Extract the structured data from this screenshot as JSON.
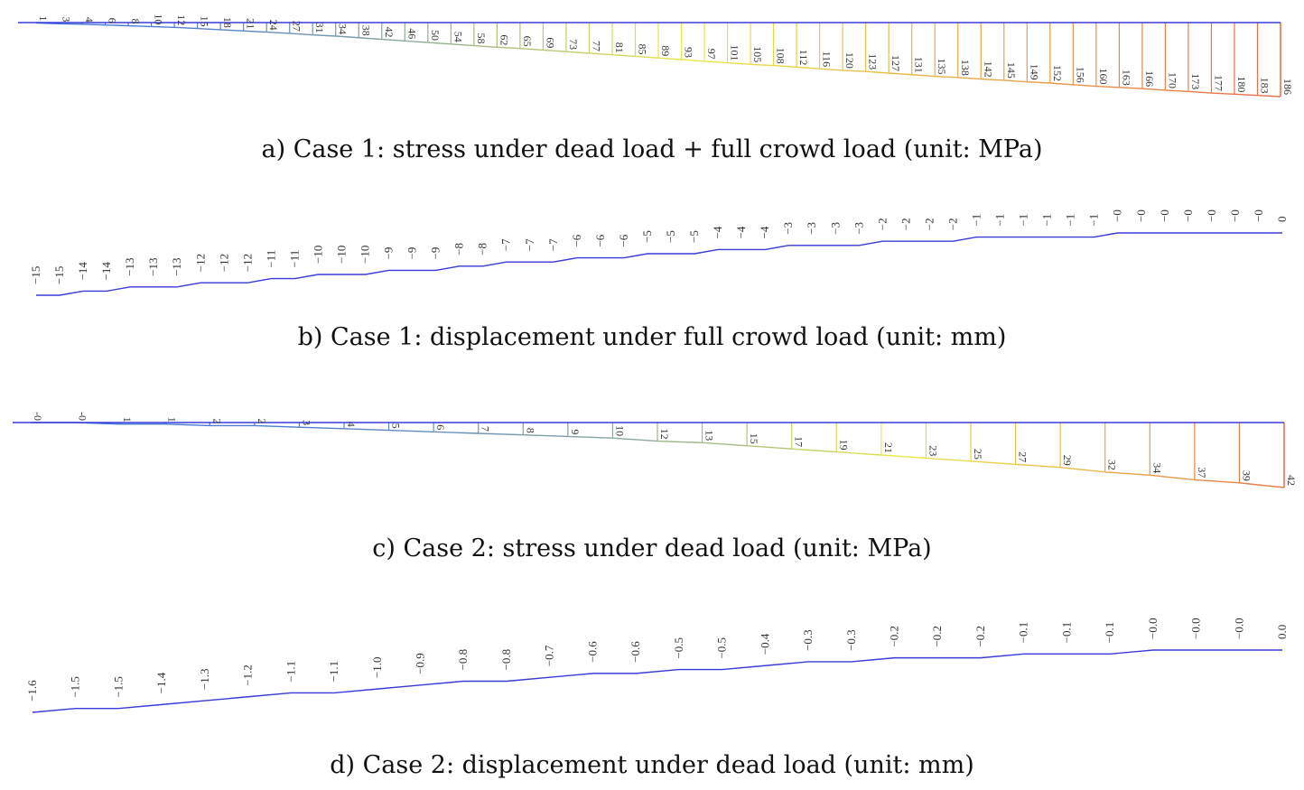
{
  "chart_data": [
    {
      "type": "area",
      "caption": "a) Case 1: stress under dead load + full crowd load (unit: MPa)",
      "values": [
        1,
        3,
        4,
        6,
        8,
        10,
        12,
        15,
        18,
        21,
        24,
        27,
        31,
        34,
        38,
        42,
        46,
        50,
        54,
        58,
        62,
        65,
        69,
        73,
        77,
        81,
        85,
        89,
        93,
        97,
        101,
        105,
        108,
        112,
        116,
        120,
        123,
        127,
        131,
        135,
        138,
        142,
        145,
        149,
        152,
        156,
        160,
        163,
        166,
        170,
        173,
        177,
        180,
        183,
        186
      ],
      "labels": [
        "1",
        "3",
        "4",
        "6",
        "8",
        "10",
        "12",
        "15",
        "18",
        "21",
        "24",
        "27",
        "31",
        "34",
        "38",
        "42",
        "46",
        "50",
        "54",
        "58",
        "62",
        "65",
        "69",
        "73",
        "77",
        "81",
        "85",
        "89",
        "93",
        "97",
        "101",
        "105",
        "108",
        "112",
        "116",
        "120",
        "123",
        "127",
        "131",
        "135",
        "138",
        "142",
        "145",
        "149",
        "152",
        "156",
        "160",
        "163",
        "166",
        "170",
        "173",
        "177",
        "180",
        "183",
        "186"
      ],
      "colors": {
        "baseline": "#3a3ad8",
        "low": "#3b6fe0",
        "mid": "#e8e84a",
        "high": "#e86a48"
      }
    },
    {
      "type": "line",
      "caption": "b) Case 1: displacement under full crowd load (unit: mm)",
      "values": [
        -15,
        -15,
        -14,
        -14,
        -13,
        -13,
        -13,
        -12,
        -12,
        -12,
        -11,
        -11,
        -10,
        -10,
        -10,
        -9,
        -9,
        -9,
        -8,
        -8,
        -7,
        -7,
        -7,
        -6,
        -6,
        -6,
        -5,
        -5,
        -5,
        -4,
        -4,
        -4,
        -3,
        -3,
        -3,
        -3,
        -2,
        -2,
        -2,
        -2,
        -1,
        -1,
        -1,
        -1,
        -1,
        -1,
        0,
        0,
        0,
        0,
        0,
        0,
        0,
        0
      ],
      "labels": [
        "-15",
        "-15",
        "-14",
        "-14",
        "-13",
        "-13",
        "-13",
        "-12",
        "-12",
        "-12",
        "-11",
        "-11",
        "-10",
        "-10",
        "-10",
        "-9",
        "-9",
        "-9",
        "-8",
        "-8",
        "-7",
        "-7",
        "-7",
        "-6",
        "-6",
        "-6",
        "-5",
        "-5",
        "-5",
        "-4",
        "-4",
        "-4",
        "-3",
        "-3",
        "-3",
        "-3",
        "-2",
        "-2",
        "-2",
        "-2",
        "-1",
        "-1",
        "-1",
        "-1",
        "-1",
        "-1",
        "-0",
        "-0",
        "-0",
        "-0",
        "-0",
        "-0",
        "-0",
        "0"
      ],
      "colors": {
        "line": "#3a3ad8"
      }
    },
    {
      "type": "area",
      "caption": "c) Case 2: stress under dead load (unit: MPa)",
      "values": [
        0,
        0,
        1,
        1,
        2,
        2,
        3,
        4,
        5,
        6,
        7,
        8,
        9,
        10,
        12,
        13,
        15,
        17,
        19,
        21,
        23,
        25,
        27,
        29,
        32,
        34,
        37,
        39,
        42
      ],
      "labels": [
        "-0",
        "-0",
        "1",
        "1",
        "2",
        "2",
        "3",
        "4",
        "5",
        "6",
        "7",
        "8",
        "9",
        "10",
        "12",
        "13",
        "15",
        "17",
        "19",
        "21",
        "23",
        "25",
        "27",
        "29",
        "32",
        "34",
        "37",
        "39",
        "42"
      ],
      "colors": {
        "baseline": "#3a3ad8",
        "low": "#3b6fe0",
        "mid": "#e8e84a",
        "high": "#e86a48"
      }
    },
    {
      "type": "line",
      "caption": "d) Case 2: displacement under dead load (unit: mm)",
      "values": [
        -1.6,
        -1.5,
        -1.5,
        -1.4,
        -1.3,
        -1.2,
        -1.1,
        -1.1,
        -1.0,
        -0.9,
        -0.8,
        -0.8,
        -0.7,
        -0.6,
        -0.6,
        -0.5,
        -0.5,
        -0.4,
        -0.3,
        -0.3,
        -0.2,
        -0.2,
        -0.2,
        -0.1,
        -0.1,
        -0.1,
        -0.0,
        -0.0,
        -0.0,
        0.0
      ],
      "labels": [
        "-1.6",
        "-1.5",
        "-1.5",
        "-1.4",
        "-1.3",
        "-1.2",
        "-1.1",
        "-1.1",
        "-1.0",
        "-0.9",
        "-0.8",
        "-0.8",
        "-0.7",
        "-0.6",
        "-0.6",
        "-0.5",
        "-0.5",
        "-0.4",
        "-0.3",
        "-0.3",
        "-0.2",
        "-0.2",
        "-0.2",
        "-0.1",
        "-0.1",
        "-0.1",
        "-0.0",
        "-0.0",
        "-0.0",
        "0.0"
      ],
      "colors": {
        "line": "#3a3ad8"
      }
    }
  ]
}
